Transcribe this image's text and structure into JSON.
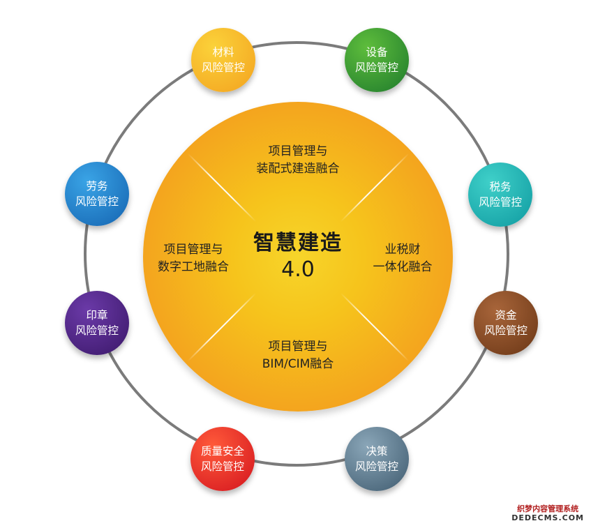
{
  "center": {
    "title_line1": "智慧建造",
    "title_line2": "4.0",
    "color_inner": "#f7d52a",
    "color_outer": "#f28f1c"
  },
  "quadrants": [
    {
      "id": "top",
      "line1": "项目管理与",
      "line2": "装配式建造融合"
    },
    {
      "id": "left",
      "line1": "项目管理与",
      "line2": "数字工地融合"
    },
    {
      "id": "right",
      "line1": "业税财",
      "line2": "一体化融合"
    },
    {
      "id": "bottom",
      "line1": "项目管理与",
      "line2": "BIM/CIM融合"
    }
  ],
  "nodes": [
    {
      "line1": "材料",
      "line2": "风险管控",
      "color_light": "#fbd23a",
      "color_dark": "#f3a21f"
    },
    {
      "line1": "设备",
      "line2": "风险管控",
      "color_light": "#5ebd3c",
      "color_dark": "#1e7a2c"
    },
    {
      "line1": "税务",
      "line2": "风险管控",
      "color_light": "#3fd0c9",
      "color_dark": "#0f9aa0"
    },
    {
      "line1": "资金",
      "line2": "风险管控",
      "color_light": "#a8653a",
      "color_dark": "#6a3615"
    },
    {
      "line1": "决策",
      "line2": "风险管控",
      "color_light": "#8aa6b8",
      "color_dark": "#3f5b6f"
    },
    {
      "line1": "质量安全",
      "line2": "风险管控",
      "color_light": "#ff5a3a",
      "color_dark": "#d3141e"
    },
    {
      "line1": "印章",
      "line2": "风险管控",
      "color_light": "#6b3aa8",
      "color_dark": "#3a1768"
    },
    {
      "line1": "劳务",
      "line2": "风险管控",
      "color_light": "#3aa4e6",
      "color_dark": "#1463b0"
    }
  ],
  "ring_color": "#7b7b7b",
  "watermark": {
    "line1": "织梦内容管理系统",
    "line2": "DEDECMS.COM"
  }
}
